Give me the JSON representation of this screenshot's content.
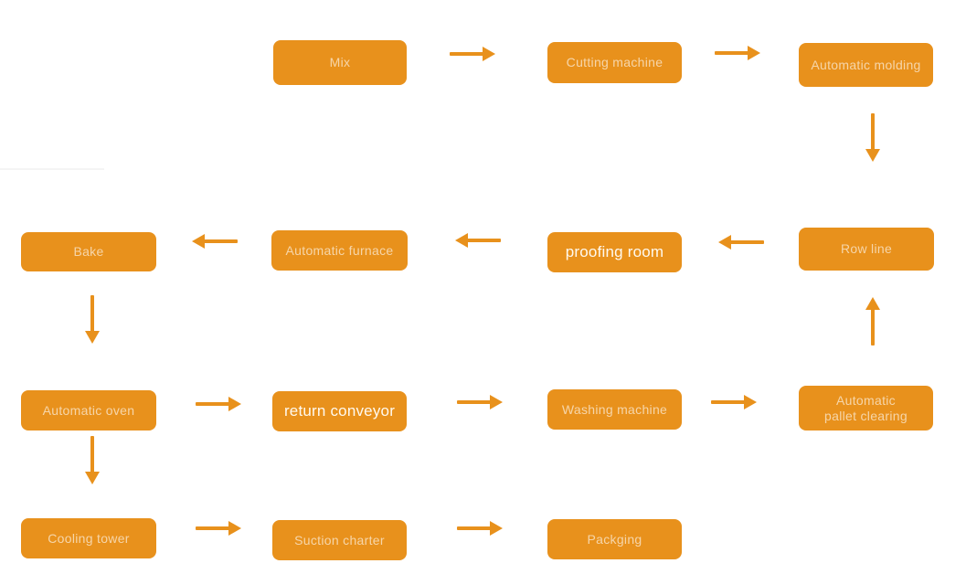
{
  "colors": {
    "box_fill": "#E8911C",
    "arrow": "#E8911C",
    "label_dim": "rgba(255,255,255,0.62)",
    "label_bright": "#FFF9EE",
    "background": "#FFFFFF"
  },
  "nodes": {
    "mix": {
      "label": "Mix"
    },
    "cutting_machine": {
      "label": "Cutting machine"
    },
    "automatic_molding": {
      "label": "Automatic molding"
    },
    "row_line": {
      "label": "Row line"
    },
    "proofing_room": {
      "label": "proofing room"
    },
    "automatic_furnace": {
      "label": "Automatic furnace"
    },
    "bake": {
      "label": "Bake"
    },
    "automatic_oven": {
      "label": "Automatic oven"
    },
    "return_conveyor": {
      "label": "return conveyor"
    },
    "washing_machine": {
      "label": "Washing machine"
    },
    "automatic_pallet_clearing": {
      "label": "Automatic\npallet clearing"
    },
    "cooling_tower": {
      "label": "Cooling tower"
    },
    "suction_charter": {
      "label": "Suction charter"
    },
    "packging": {
      "label": "Packging"
    }
  },
  "edges": [
    {
      "from": "Mix",
      "to": "Cutting machine",
      "direction": "right"
    },
    {
      "from": "Cutting machine",
      "to": "Automatic molding",
      "direction": "right"
    },
    {
      "from": "Automatic molding",
      "to": "Row line",
      "direction": "down"
    },
    {
      "from": "Row line",
      "to": "proofing room",
      "direction": "left"
    },
    {
      "from": "proofing room",
      "to": "Automatic furnace",
      "direction": "left"
    },
    {
      "from": "Automatic furnace",
      "to": "Bake",
      "direction": "left"
    },
    {
      "from": "Bake",
      "to": "Automatic oven",
      "direction": "down"
    },
    {
      "from": "Automatic oven",
      "to": "return conveyor",
      "direction": "right"
    },
    {
      "from": "return conveyor",
      "to": "Washing machine",
      "direction": "right"
    },
    {
      "from": "Washing machine",
      "to": "Automatic pallet clearing",
      "direction": "right"
    },
    {
      "from": "Automatic pallet clearing",
      "to": "Row line",
      "direction": "up"
    },
    {
      "from": "Automatic oven",
      "to": "Cooling tower",
      "direction": "down"
    },
    {
      "from": "Cooling tower",
      "to": "Suction charter",
      "direction": "right"
    },
    {
      "from": "Suction charter",
      "to": "Packging",
      "direction": "right"
    }
  ]
}
